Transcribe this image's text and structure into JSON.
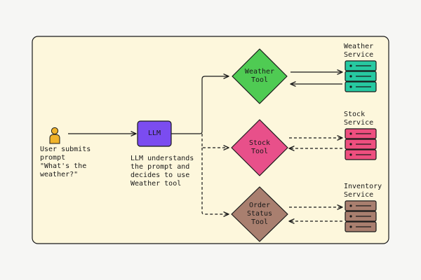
{
  "canvas": {
    "background": "#f6f6f4",
    "panel_fill": "#fdf7dc",
    "stroke": "#1a1a1a"
  },
  "user": {
    "icon": "person-icon",
    "icon_color": "#f0b32a",
    "caption_line1": "User submits",
    "caption_line2": "prompt",
    "caption_line3": "\"What's the",
    "caption_line4": "weather?\""
  },
  "llm": {
    "label": "LLM",
    "color": "#7b4cf0",
    "caption_line1": "LLM understands",
    "caption_line2": "the prompt and",
    "caption_line3": "decides to use",
    "caption_line4": "Weather tool"
  },
  "tools": {
    "weather": {
      "line1": "Weather",
      "line2": "Tool",
      "color": "#4fcb53"
    },
    "stock": {
      "line1": "Stock",
      "line2": "Tool",
      "color": "#e8508a"
    },
    "order": {
      "line1": "Order",
      "line2": "Status",
      "line3": "Tool",
      "color": "#a97f6f"
    }
  },
  "services": {
    "weather": {
      "line1": "Weather",
      "line2": "Service",
      "icon": "server-icon",
      "color": "#27c9a1"
    },
    "stock": {
      "line1": "Stock",
      "line2": "Service",
      "icon": "server-icon",
      "color": "#ee4f7f"
    },
    "inventory": {
      "line1": "Inventory",
      "line2": "Service",
      "icon": "server-icon",
      "color": "#a97f6f"
    }
  },
  "connections": [
    {
      "from": "user",
      "to": "llm",
      "style": "solid"
    },
    {
      "from": "llm",
      "to": "weather-tool",
      "style": "solid"
    },
    {
      "from": "llm",
      "to": "stock-tool",
      "style": "dashed"
    },
    {
      "from": "llm",
      "to": "order-status-tool",
      "style": "dashed"
    },
    {
      "from": "weather-tool",
      "to": "weather-service",
      "style": "solid"
    },
    {
      "from": "weather-service",
      "to": "weather-tool",
      "style": "solid"
    },
    {
      "from": "stock-tool",
      "to": "stock-service",
      "style": "dashed"
    },
    {
      "from": "stock-service",
      "to": "stock-tool",
      "style": "dashed"
    },
    {
      "from": "order-status-tool",
      "to": "inventory-service",
      "style": "dashed"
    },
    {
      "from": "inventory-service",
      "to": "order-status-tool",
      "style": "dashed"
    }
  ]
}
